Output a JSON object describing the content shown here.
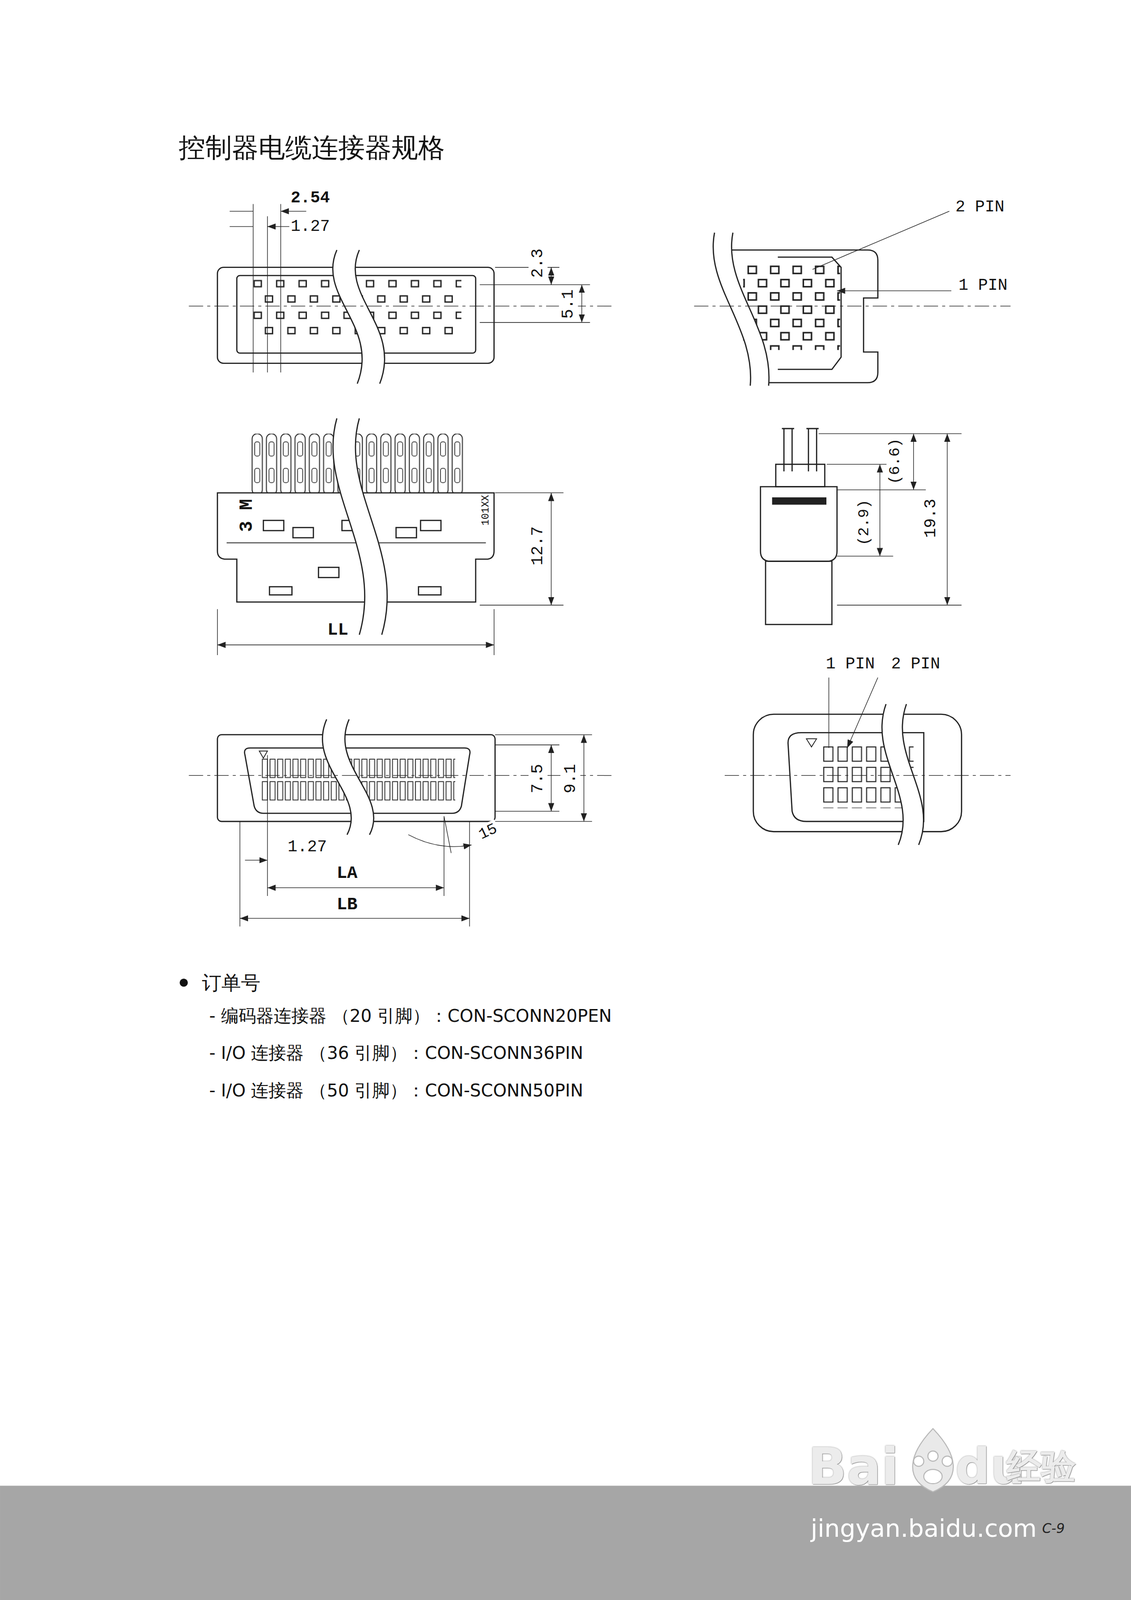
{
  "diagram": {
    "title": "控制器电缆连接器规格",
    "labels": [
      "2.54",
      "1.27",
      "2.3",
      "5.1",
      "2 PIN",
      "1 PIN",
      "3 M",
      "101XX",
      "12.7",
      "LL",
      "(6.6)",
      "(2.9)",
      "19.3",
      "1 PIN",
      "2 PIN",
      "7.5",
      "9.1",
      "1.27",
      "LA",
      "LB",
      "15",
      "订单号",
      "- 编码器连接器 （20 引脚）：CON-SCONN20PEN",
      "- I/O 连接器 （36 引脚）：CON-SCONN36PIN",
      "- I/O 连接器 （50 引脚）：CON-SCONN50PIN",
      "Bai",
      "du",
      "经验",
      "jingyan.baidu.com",
      "C-9"
    ]
  }
}
